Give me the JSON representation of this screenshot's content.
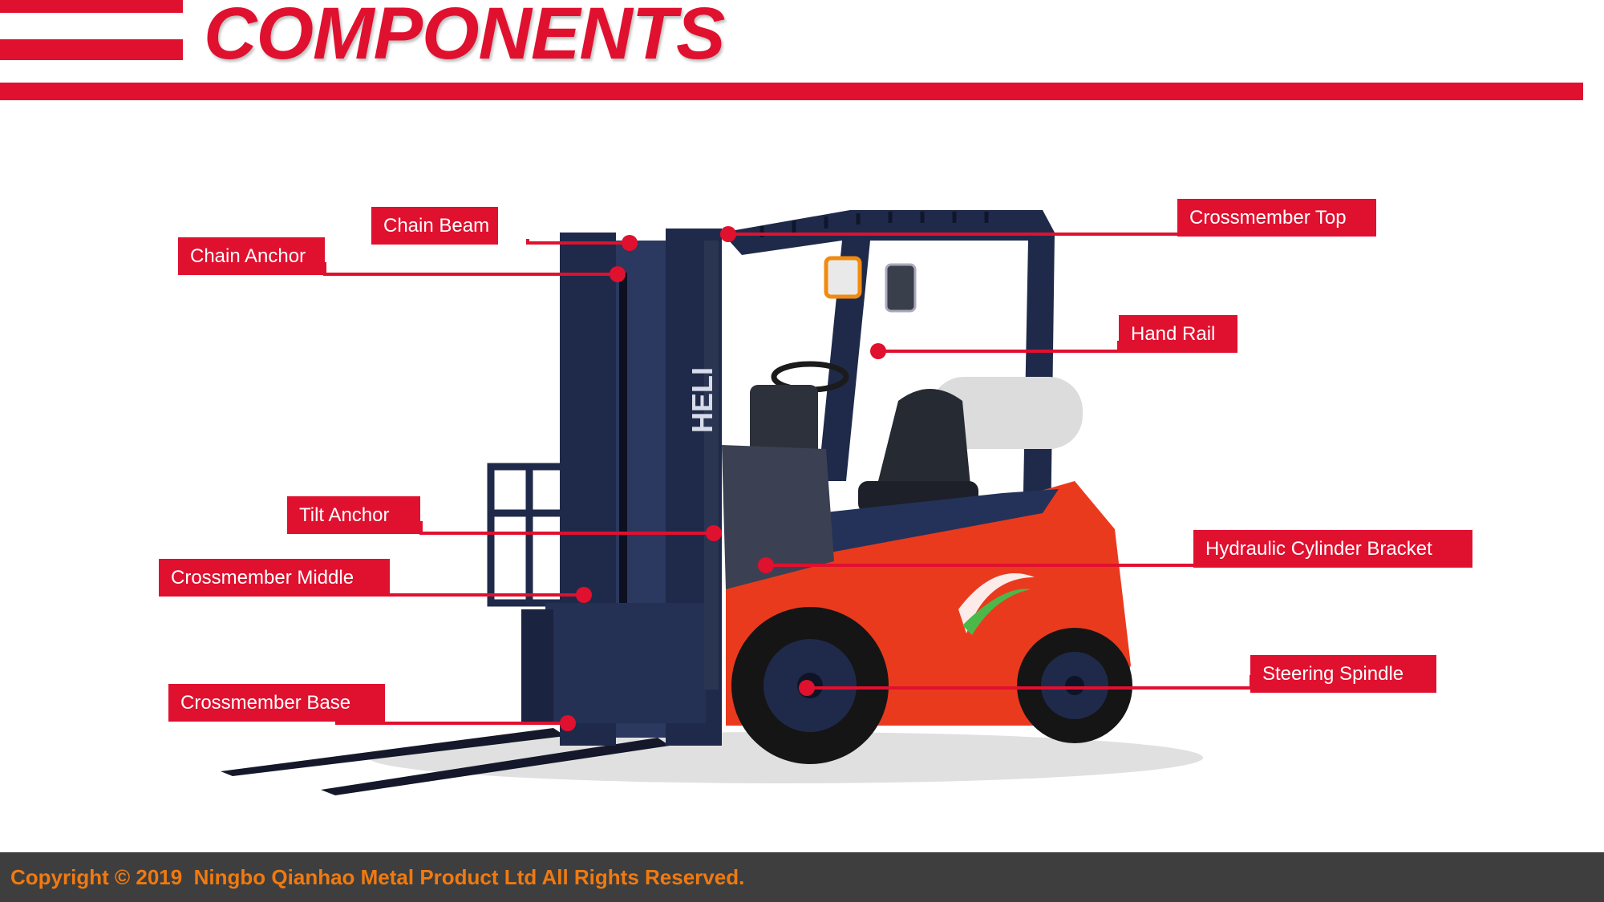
{
  "header": {
    "title": "COMPONENTS",
    "accent_color": "#e0102f"
  },
  "figure": {
    "description_icon": "forklift",
    "brand_mark": "HELI",
    "body_color": "#ea3a1e",
    "mast_color": "#1f2a4a"
  },
  "labels": [
    {
      "id": "chain-beam",
      "text": "Chain Beam"
    },
    {
      "id": "chain-anchor",
      "text": "Chain Anchor"
    },
    {
      "id": "crossmember-top",
      "text": "Crossmember Top"
    },
    {
      "id": "hand-rail",
      "text": "Hand Rail"
    },
    {
      "id": "tilt-anchor",
      "text": "Tilt Anchor"
    },
    {
      "id": "crossmember-middle",
      "text": "Crossmember Middle"
    },
    {
      "id": "hydraulic-cylinder-bracket",
      "text": "Hydraulic Cylinder Bracket"
    },
    {
      "id": "steering-spindle",
      "text": "Steering Spindle"
    },
    {
      "id": "crossmember-base",
      "text": "Crossmember Base"
    }
  ],
  "footer": {
    "copyright": "Copyright © 2019  Ningbo Qianhao Metal Product Ltd All Rights Reserved.",
    "text_color": "#f07a10"
  }
}
